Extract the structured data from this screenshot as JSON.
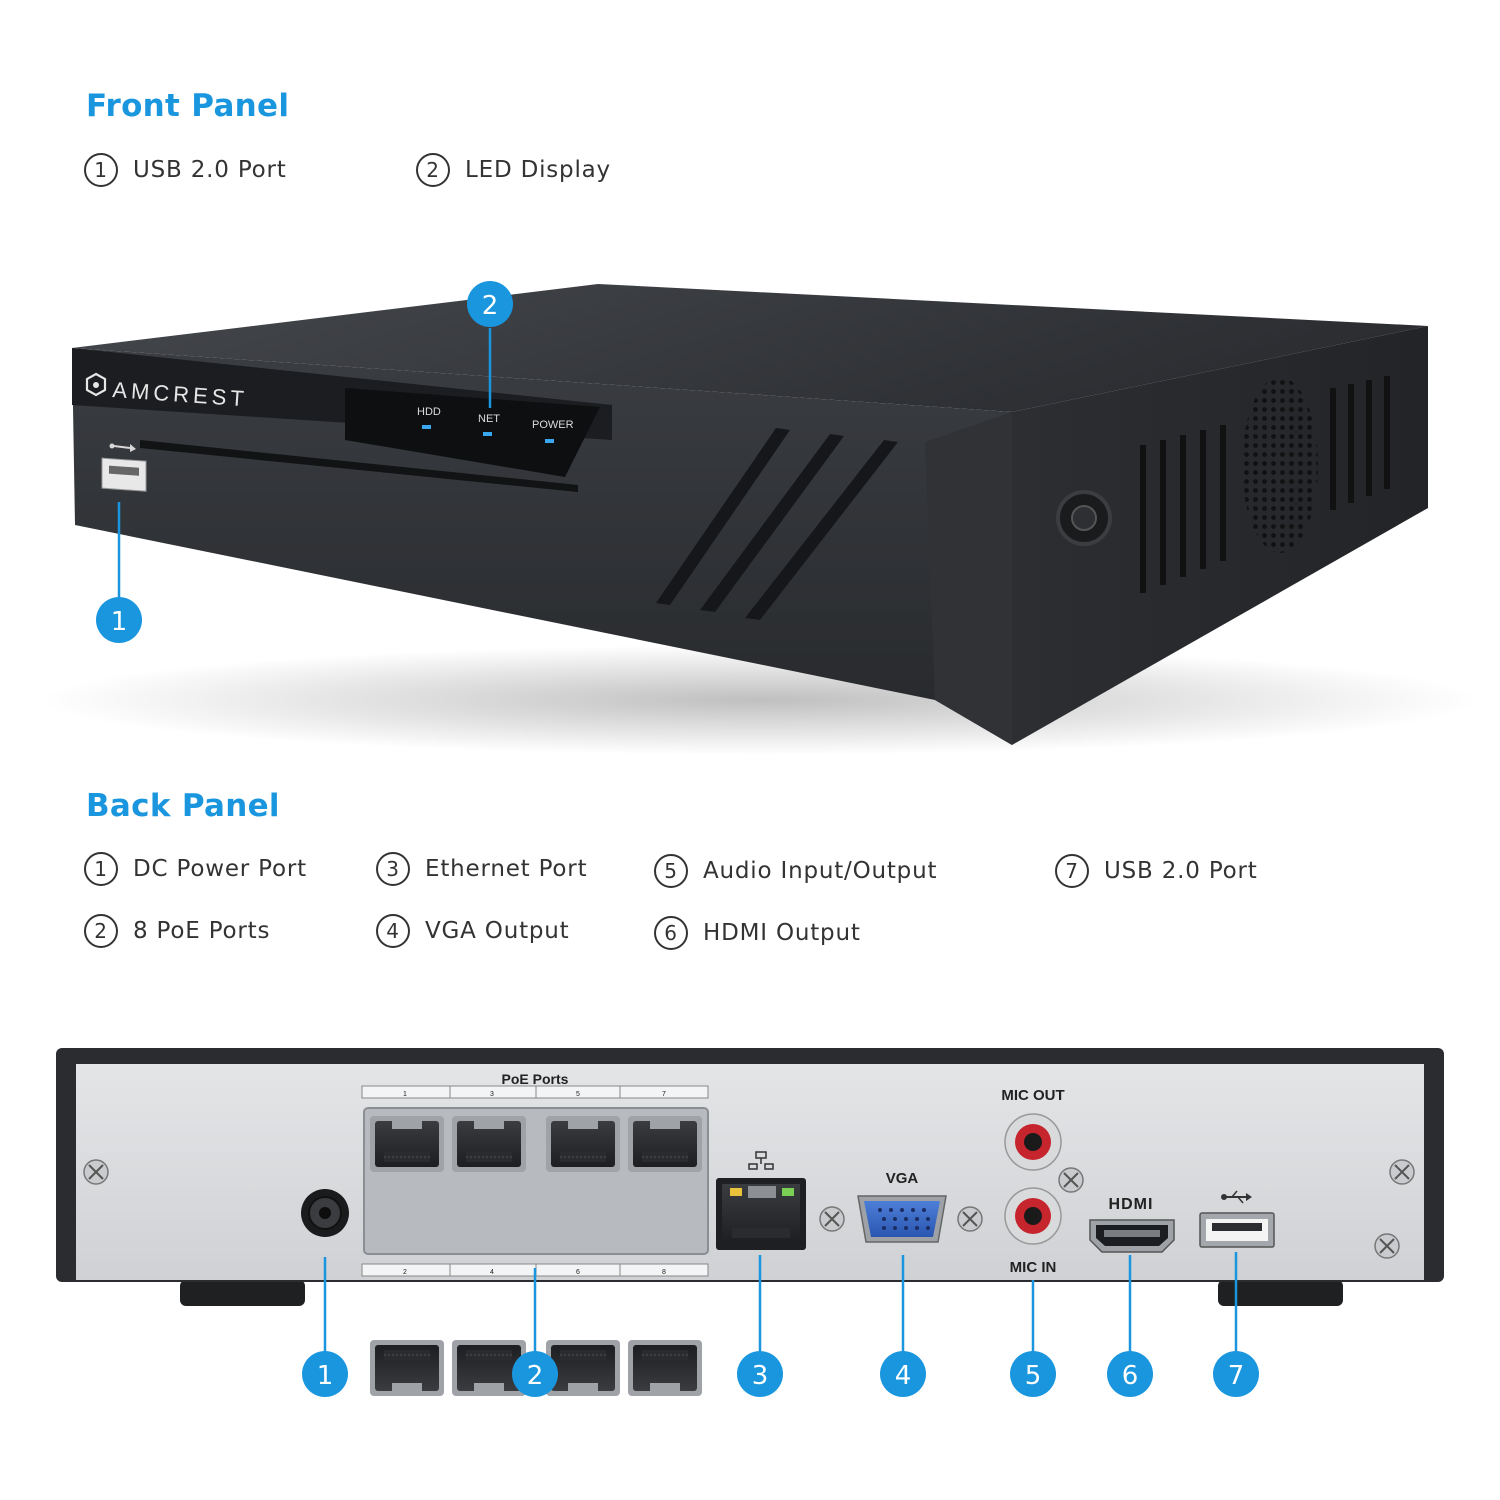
{
  "front": {
    "title": "Front Panel",
    "items": [
      {
        "num": "1",
        "label": "USB 2.0 Port"
      },
      {
        "num": "2",
        "label": "LED Display"
      }
    ],
    "brand": "AMCREST",
    "leds": [
      "HDD",
      "NET",
      "POWER"
    ]
  },
  "back": {
    "title": "Back Panel",
    "items": [
      {
        "num": "1",
        "label": "DC Power Port"
      },
      {
        "num": "2",
        "label": "8 PoE Ports"
      },
      {
        "num": "3",
        "label": "Ethernet Port"
      },
      {
        "num": "4",
        "label": "VGA Output"
      },
      {
        "num": "5",
        "label": "Audio Input/Output"
      },
      {
        "num": "6",
        "label": "HDMI Output"
      },
      {
        "num": "7",
        "label": "USB 2.0 Port"
      }
    ],
    "port_labels": {
      "poe": "PoE Ports",
      "vga": "VGA",
      "mic_out": "MIC OUT",
      "mic_in": "MIC IN",
      "hdmi": "HDMI"
    },
    "poe_top_numbers": [
      "1",
      "3",
      "5",
      "7"
    ],
    "poe_bottom_numbers": [
      "2",
      "4",
      "6",
      "8"
    ]
  },
  "colors": {
    "accent": "#1a96de",
    "device_body": "#2e3034",
    "back_plate": "#dcdee0",
    "led": "#3aa8f0"
  },
  "icons": [
    "usb-icon",
    "network-icon",
    "amcrest-logo-icon"
  ]
}
